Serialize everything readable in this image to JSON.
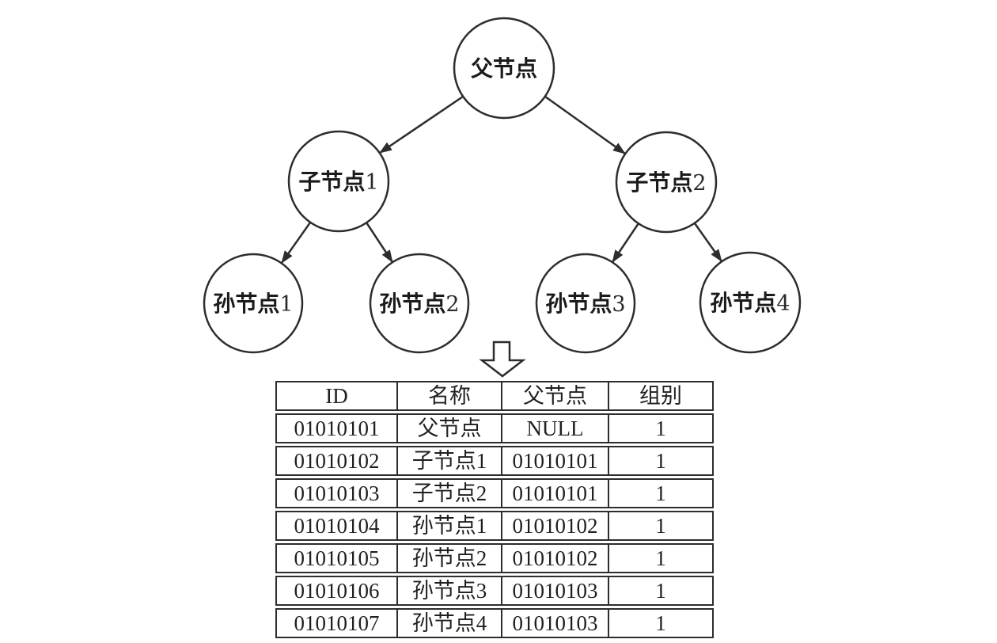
{
  "diagram": {
    "nodes": [
      {
        "name": "parent",
        "label": "父节点",
        "suffix": ""
      },
      {
        "name": "child1",
        "label": "子节点",
        "suffix": "1"
      },
      {
        "name": "child2",
        "label": "子节点",
        "suffix": "2"
      },
      {
        "name": "grandchild1",
        "label": "孙节点",
        "suffix": "1"
      },
      {
        "name": "grandchild2",
        "label": "孙节点",
        "suffix": "2"
      },
      {
        "name": "grandchild3",
        "label": "孙节点",
        "suffix": "3"
      },
      {
        "name": "grandchild4",
        "label": "孙节点",
        "suffix": "4"
      }
    ]
  },
  "table": {
    "headers": [
      "ID",
      "名称",
      "父节点",
      "组别"
    ],
    "rows": [
      [
        "01010101",
        "父节点",
        "NULL",
        "1"
      ],
      [
        "01010102",
        "子节点1",
        "01010101",
        "1"
      ],
      [
        "01010103",
        "子节点2",
        "01010101",
        "1"
      ],
      [
        "01010104",
        "孙节点1",
        "01010102",
        "1"
      ],
      [
        "01010105",
        "孙节点2",
        "01010102",
        "1"
      ],
      [
        "01010106",
        "孙节点3",
        "01010103",
        "1"
      ],
      [
        "01010107",
        "孙节点4",
        "01010103",
        "1"
      ]
    ]
  },
  "colors": {
    "stroke": "#2d2d2d",
    "text": "#1f1f1f",
    "background": "#ffffff"
  }
}
